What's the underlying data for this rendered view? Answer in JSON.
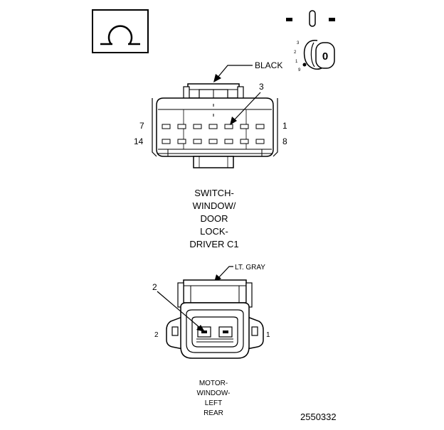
{
  "legend": {
    "omega_symbol": "Ω",
    "key_position_digit": "0",
    "key_scale": [
      "3",
      "2",
      "1",
      "9"
    ]
  },
  "connector_c1": {
    "wire_color_label": "BLACK",
    "callout_pin": "3",
    "row_labels": {
      "top_left": "7",
      "top_right": "1",
      "bottom_left": "14",
      "bottom_right": "8"
    },
    "caption_lines": [
      "SWITCH-",
      "WINDOW/",
      "DOOR",
      "LOCK-",
      "DRIVER C1"
    ]
  },
  "connector_motor": {
    "wire_color_label": "LT. GRAY",
    "callout_pin": "2",
    "pin_left": "2",
    "pin_right": "1",
    "caption_lines": [
      "MOTOR-",
      "WINDOW-",
      "LEFT",
      "REAR"
    ]
  },
  "figure_number": "2550332"
}
